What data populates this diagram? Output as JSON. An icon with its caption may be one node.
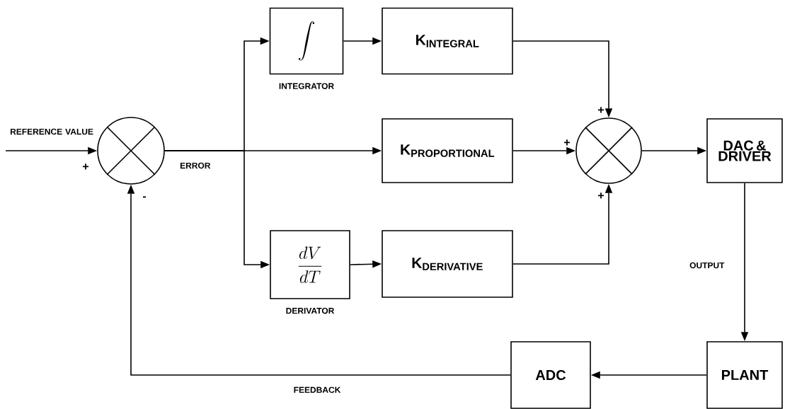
{
  "diagram": {
    "nodes": [
      {
        "text": [],
        "shape": "circle",
        "beside": [
          "+",
          "-"
        ]
      },
      {
        "text": [
          "\\int"
        ],
        "beside": [
          "INTEGRATOR"
        ]
      },
      {
        "text": [
          "\\textbf{K}_{\\textbf{INTEGRAL}}"
        ]
      },
      {
        "text": [
          "\\textbf{K}_{\\textbf{PROPORTIONAL}}"
        ]
      },
      {
        "text": [
          "\\frac{dV}{dT}"
        ],
        "beside": [
          "DERIVATOR"
        ]
      },
      {
        "text": [
          "\\textbf{K}_{\\textbf{DERIVATIVE}}"
        ]
      },
      {
        "text": [],
        "shape": "circle",
        "beside": [
          "+",
          "+",
          "+"
        ]
      },
      {
        "text": [
          "DAC & DRIVER"
        ]
      },
      {
        "text": [
          "PLANT"
        ]
      },
      {
        "text": [
          "ADC"
        ]
      }
    ],
    "edges": [
      {
        "from": null,
        "to": 0,
        "arrow": "to",
        "label": "REFERENCE VALUE"
      },
      {
        "from": 0,
        "to": 1,
        "arrow": "to"
      },
      {
        "from": 0,
        "to": 3,
        "arrow": "to",
        "label": "ERROR"
      },
      {
        "from": 0,
        "to": 4,
        "arrow": "to"
      },
      {
        "from": 1,
        "to": 2,
        "arrow": "to"
      },
      {
        "from": 4,
        "to": 5,
        "arrow": "to"
      },
      {
        "from": 2,
        "to": 6,
        "arrow": "to"
      },
      {
        "from": 3,
        "to": 6,
        "arrow": "to"
      },
      {
        "from": 5,
        "to": 6,
        "arrow": "to"
      },
      {
        "from": 6,
        "to": 7,
        "arrow": "to"
      },
      {
        "from": 7,
        "to": 8,
        "arrow": "to",
        "label": "OUTPUT"
      },
      {
        "from": 8,
        "to": 9,
        "arrow": "to"
      },
      {
        "from": 9,
        "to": 0,
        "arrow": "to",
        "label": "FEEDBACK"
      }
    ]
  }
}
